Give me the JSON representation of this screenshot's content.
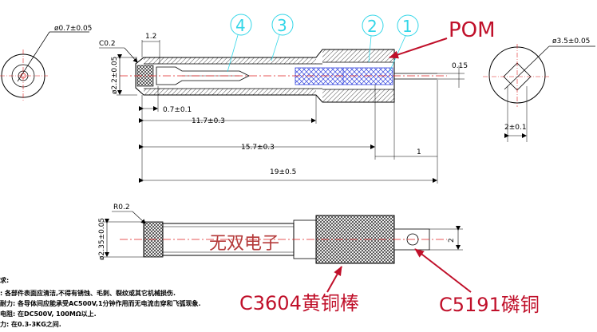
{
  "top_view": {
    "left_end_diameter": "ø0.7±0.05",
    "chamfer": "C0.2",
    "tip_length": "1.2",
    "body_diameter": "ø2.2±0.05",
    "pin_offset": "0.7±0.1",
    "len_11_7": "11.7±0.3",
    "len_15_7": "15.7±0.3",
    "len_1": "1",
    "total_length": "19±0.5",
    "wire_thickness": "0.15",
    "right_end_diameter": "ø3.5±0.05",
    "slot_width": "2±0.1"
  },
  "balloons": [
    "4",
    "3",
    "2",
    "1"
  ],
  "material_callouts": {
    "pom": "POM",
    "brass": "C3604黄铜棒",
    "phosphor_bronze": "C5191磷铜"
  },
  "bottom_view": {
    "radius": "R0.2",
    "body_diameter": "ø2.35±0.05",
    "tab_width": "2",
    "watermark": "无双电子"
  },
  "notes": {
    "title": "求:",
    "lines": [
      ": 各部件表面应清洁,不得有锈蚀、毛刺、裂纹或其它机械损伤.",
      "耐力: 各导体间应能承受AC500V,1分钟作用而无电流击穿和飞弧现象.",
      "电阻: 在DC500V, 100MΩ以上.",
      "力: 在0.3-3KG之间."
    ]
  },
  "colors": {
    "balloon": "#33d6e8",
    "callout": "#c0102a",
    "hatch_blue": "#3344dd",
    "pin_red": "#e02020"
  }
}
